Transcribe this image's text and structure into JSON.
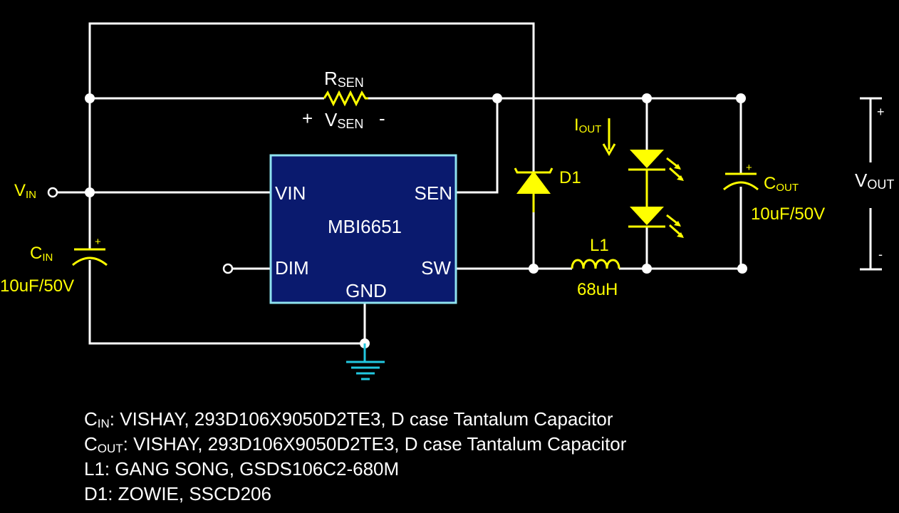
{
  "ic": {
    "name": "MBI6651",
    "pins": {
      "vin": "VIN",
      "sen": "SEN",
      "dim": "DIM",
      "sw": "SW",
      "gnd": "GND"
    }
  },
  "labels": {
    "vin_main": "V",
    "vin_sub": "IN",
    "rsen_main": "R",
    "rsen_sub": "SEN",
    "vsen_plus": "+",
    "vsen_main": "V",
    "vsen_sub": "SEN",
    "vsen_minus": "-",
    "iout_main": "I",
    "iout_sub": "OUT",
    "d1": "D1",
    "cout_main": "C",
    "cout_sub": "OUT",
    "cout_value": "10uF/50V",
    "cin_main": "C",
    "cin_sub": "IN",
    "cin_value": "10uF/50V",
    "l1": "L1",
    "l1_value": "68uH",
    "vout_main": "V",
    "vout_sub": "OUT",
    "vout_plus": "+",
    "vout_minus": "-",
    "cap_plus": "+"
  },
  "notes": [
    {
      "main": "C",
      "sub": "IN",
      "text": ": VISHAY, 293D106X9050D2TE3, D case Tantalum Capacitor"
    },
    {
      "main": "C",
      "sub": "OUT",
      "text": ": VISHAY, 293D106X9050D2TE3, D case Tantalum Capacitor"
    },
    {
      "main": "",
      "sub": "",
      "text": "L1: GANG SONG, GSDS106C2-680M"
    },
    {
      "main": "",
      "sub": "",
      "text": "D1: ZOWIE, SSCD206"
    }
  ],
  "colors": {
    "background": "#000000",
    "wire": "#ffffff",
    "component": "#ffff00",
    "ic_fill": "#0a1a6e",
    "ic_border": "#8fe3f0",
    "ground": "#22c8e0"
  }
}
